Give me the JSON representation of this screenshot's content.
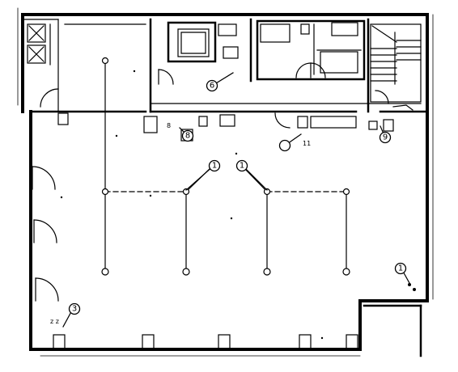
{
  "plan": {
    "label_marks": {
      "mark_8": "8",
      "mark_11": "11",
      "mark_small_zz": "z z"
    },
    "callouts": [
      {
        "id": "callout-top-room",
        "label": "6"
      },
      {
        "id": "callout-corridor-left",
        "label": "8"
      },
      {
        "id": "callout-corridor-mid",
        "label": ""
      },
      {
        "id": "callout-corridor-right",
        "label": "9"
      },
      {
        "id": "callout-branch-left",
        "label": "1"
      },
      {
        "id": "callout-branch-right",
        "label": "1"
      },
      {
        "id": "callout-east",
        "label": "1"
      },
      {
        "id": "callout-southwest",
        "label": "3"
      }
    ]
  }
}
